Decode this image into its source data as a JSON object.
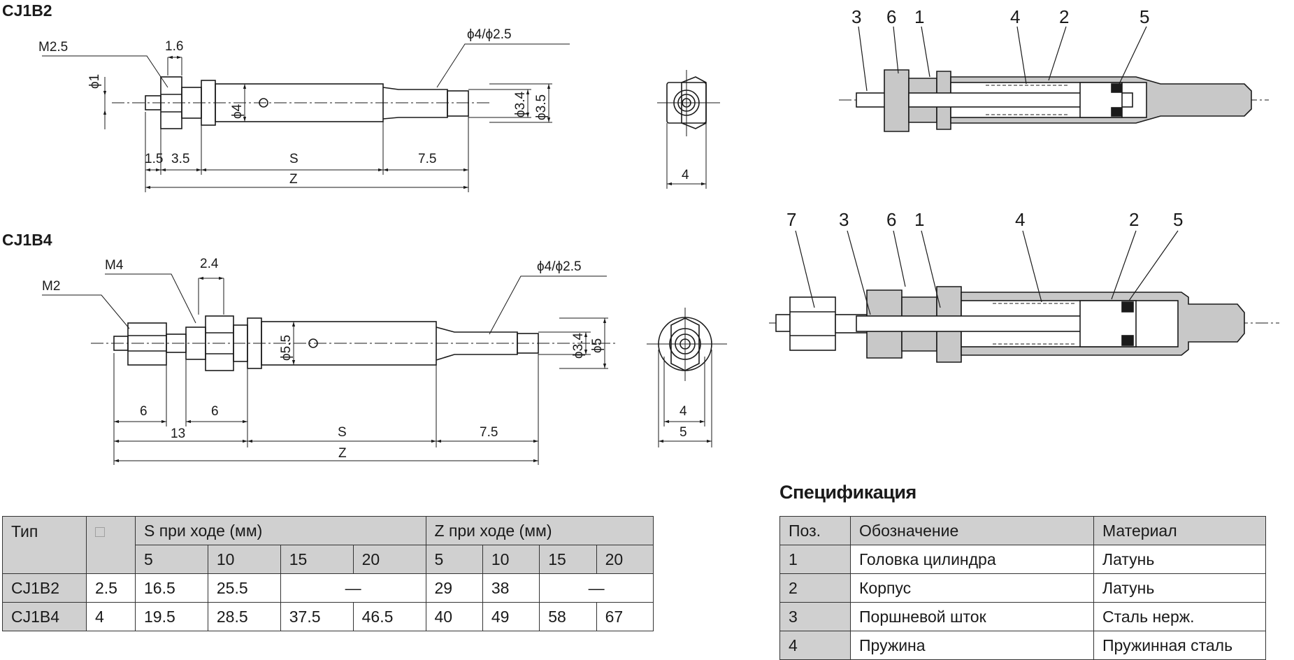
{
  "models": {
    "top": "CJ1B2",
    "bottom": "CJ1B4"
  },
  "cj1b2_dims": {
    "thread": "M2.5",
    "d_rod": "ϕ1",
    "nut_w": "1.6",
    "port": "ϕ4/ϕ2.5",
    "d_body": "ϕ4",
    "d_tube1": "ϕ3.4",
    "d_tube2": "ϕ3.5",
    "a": "1.5",
    "b": "3.5",
    "s": "S",
    "c": "7.5",
    "z": "Z",
    "hex": "4"
  },
  "cj1b4_dims": {
    "thread1": "M2",
    "thread2": "M4",
    "nut_w": "2.4",
    "port": "ϕ4/ϕ2.5",
    "d_body": "ϕ5.5",
    "d_tube1": "ϕ3.4",
    "d_tube2": "ϕ5",
    "a": "6",
    "b": "6",
    "c13": "13",
    "s": "S",
    "c": "7.5",
    "z": "Z",
    "hex1": "4",
    "hex2": "5"
  },
  "callouts_top": [
    "3",
    "6",
    "1",
    "4",
    "2",
    "5"
  ],
  "callouts_bottom": [
    "7",
    "3",
    "6",
    "1",
    "4",
    "2",
    "5"
  ],
  "dims_table": {
    "h_type": "Тип",
    "h_box": "□",
    "h_s": "S при ходе (мм)",
    "h_z": "Z при ходе (мм)",
    "strokes": [
      "5",
      "10",
      "15",
      "20",
      "5",
      "10",
      "15",
      "20"
    ],
    "rows": [
      {
        "type": "CJ1B2",
        "box": "2.5",
        "cells": [
          "16.5",
          "25.5",
          "—",
          "29",
          "38",
          "—"
        ]
      },
      {
        "type": "CJ1B4",
        "box": "4",
        "cells": [
          "19.5",
          "28.5",
          "37.5",
          "46.5",
          "40",
          "49",
          "58",
          "67"
        ]
      }
    ]
  },
  "spec": {
    "title": "Спецификация",
    "headers": [
      "Поз.",
      "Обозначение",
      "Материал"
    ],
    "rows": [
      [
        "1",
        "Головка цилиндра",
        "Латунь"
      ],
      [
        "2",
        "Корпус",
        "Латунь"
      ],
      [
        "3",
        "Поршневой шток",
        "Сталь нерж."
      ],
      [
        "4",
        "Пружина",
        "Пружинная сталь"
      ]
    ]
  }
}
